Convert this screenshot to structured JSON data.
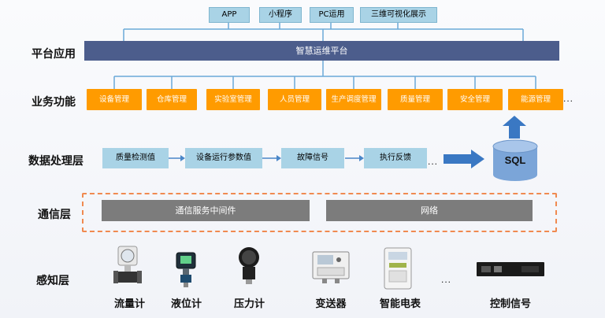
{
  "layers": {
    "platform": "平台应用",
    "business": "业务功能",
    "data_processing": "数据处理层",
    "communication": "通信层",
    "perception": "感知层"
  },
  "clients": [
    "APP",
    "小程序",
    "PC运用",
    "三维可视化展示"
  ],
  "platform_bar": "智慧运维平台",
  "business_items": [
    "设备管理",
    "仓库管理",
    "实验室管理",
    "人员管理",
    "生产调度管理",
    "质量管理",
    "安全管理",
    "能源管理"
  ],
  "business_more": "...",
  "data_items": [
    "质量检测值",
    "设备运行参数值",
    "故障信号",
    "执行反馈"
  ],
  "data_more": "...",
  "database": "SQL",
  "comm_items": [
    "通信服务中间件",
    "网络"
  ],
  "sensors": [
    "流量计",
    "液位计",
    "压力计",
    "变送器",
    "智能电表",
    "控制信号"
  ],
  "sensors_more": "...",
  "colors": {
    "platform_bar": "#4c5d8c",
    "business": "#ff9b00",
    "light_blue": "#a9d3e6",
    "comm": "#7c7c7c",
    "dashed_border": "#f08a50",
    "arrow_blue": "#3a78c3"
  }
}
